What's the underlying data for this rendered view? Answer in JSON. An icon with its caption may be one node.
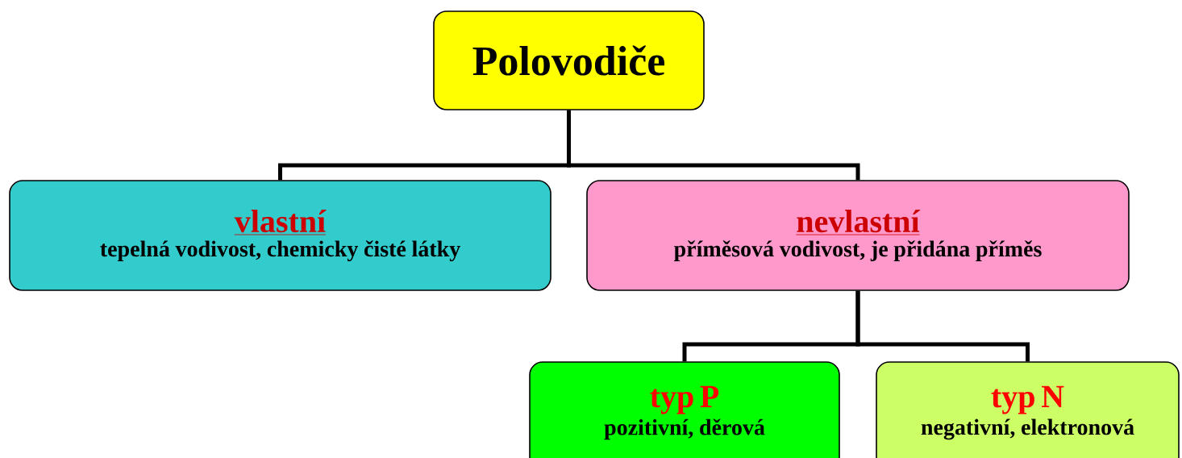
{
  "diagram": {
    "nodes": [
      {
        "text": [
          "Polovodiče"
        ]
      },
      {
        "text": [
          "vlastní",
          "tepelná vodivost, chemicky čisté látky"
        ]
      },
      {
        "text": [
          "nevlastní",
          "příměsová vodivost, je přidána příměs"
        ]
      },
      {
        "text": [
          "typ P",
          "pozitivní, děrová"
        ]
      },
      {
        "text": [
          "typ N",
          "negativní, elektronová"
        ]
      }
    ],
    "edges": [
      {
        "from": 0,
        "to": 1,
        "arrow": "none"
      },
      {
        "from": 0,
        "to": 2,
        "arrow": "none"
      },
      {
        "from": 2,
        "to": 3,
        "arrow": "none"
      },
      {
        "from": 2,
        "to": 4,
        "arrow": "none"
      }
    ]
  }
}
